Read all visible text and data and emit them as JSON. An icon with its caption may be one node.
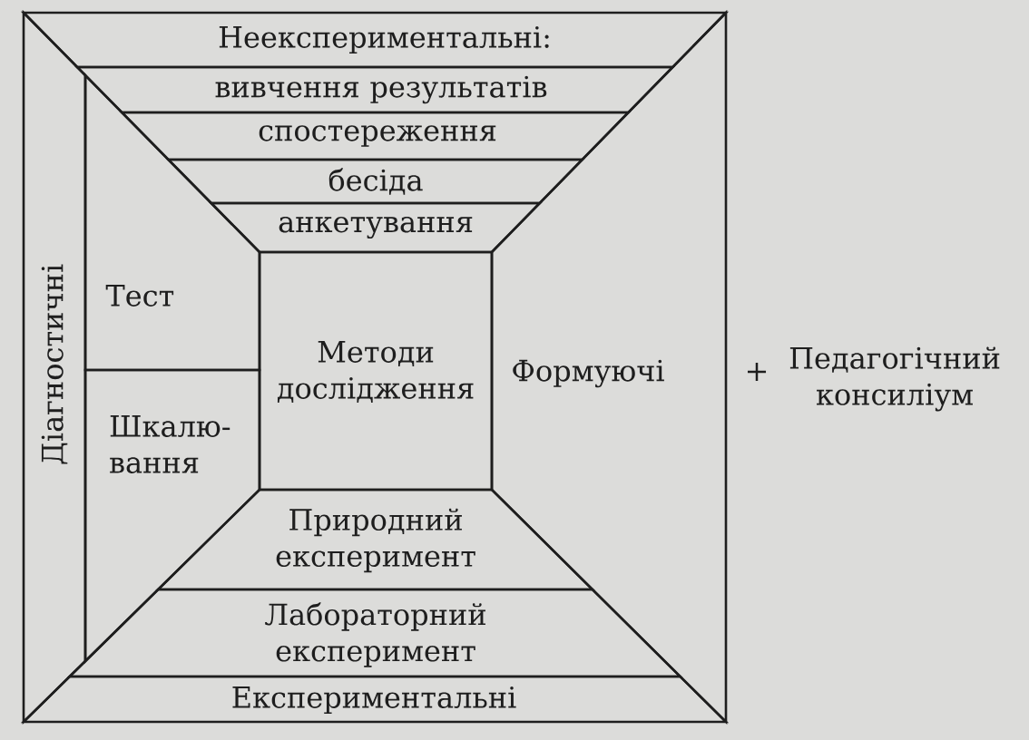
{
  "diagram": {
    "nodes": [
      {
        "text": [
          "Неекспериментальні:"
        ]
      },
      {
        "text": [
          "вивчення результатів"
        ]
      },
      {
        "text": [
          "спостереження"
        ]
      },
      {
        "text": [
          "бесіда"
        ]
      },
      {
        "text": [
          "анкетування"
        ]
      },
      {
        "text": [
          "Діагностичні"
        ]
      },
      {
        "text": [
          "Тест"
        ]
      },
      {
        "text": [
          "Методи дослідження"
        ]
      },
      {
        "text": [
          "Формуючі"
        ],
        "beside": [
          "+",
          "Педагогічний консиліум"
        ]
      },
      {
        "text": [
          "Шкалю-вання"
        ]
      },
      {
        "text": [
          "Природний експеримент"
        ]
      },
      {
        "text": [
          "Лабораторний експеримент"
        ]
      },
      {
        "text": [
          "Експериментальні"
        ]
      }
    ]
  }
}
